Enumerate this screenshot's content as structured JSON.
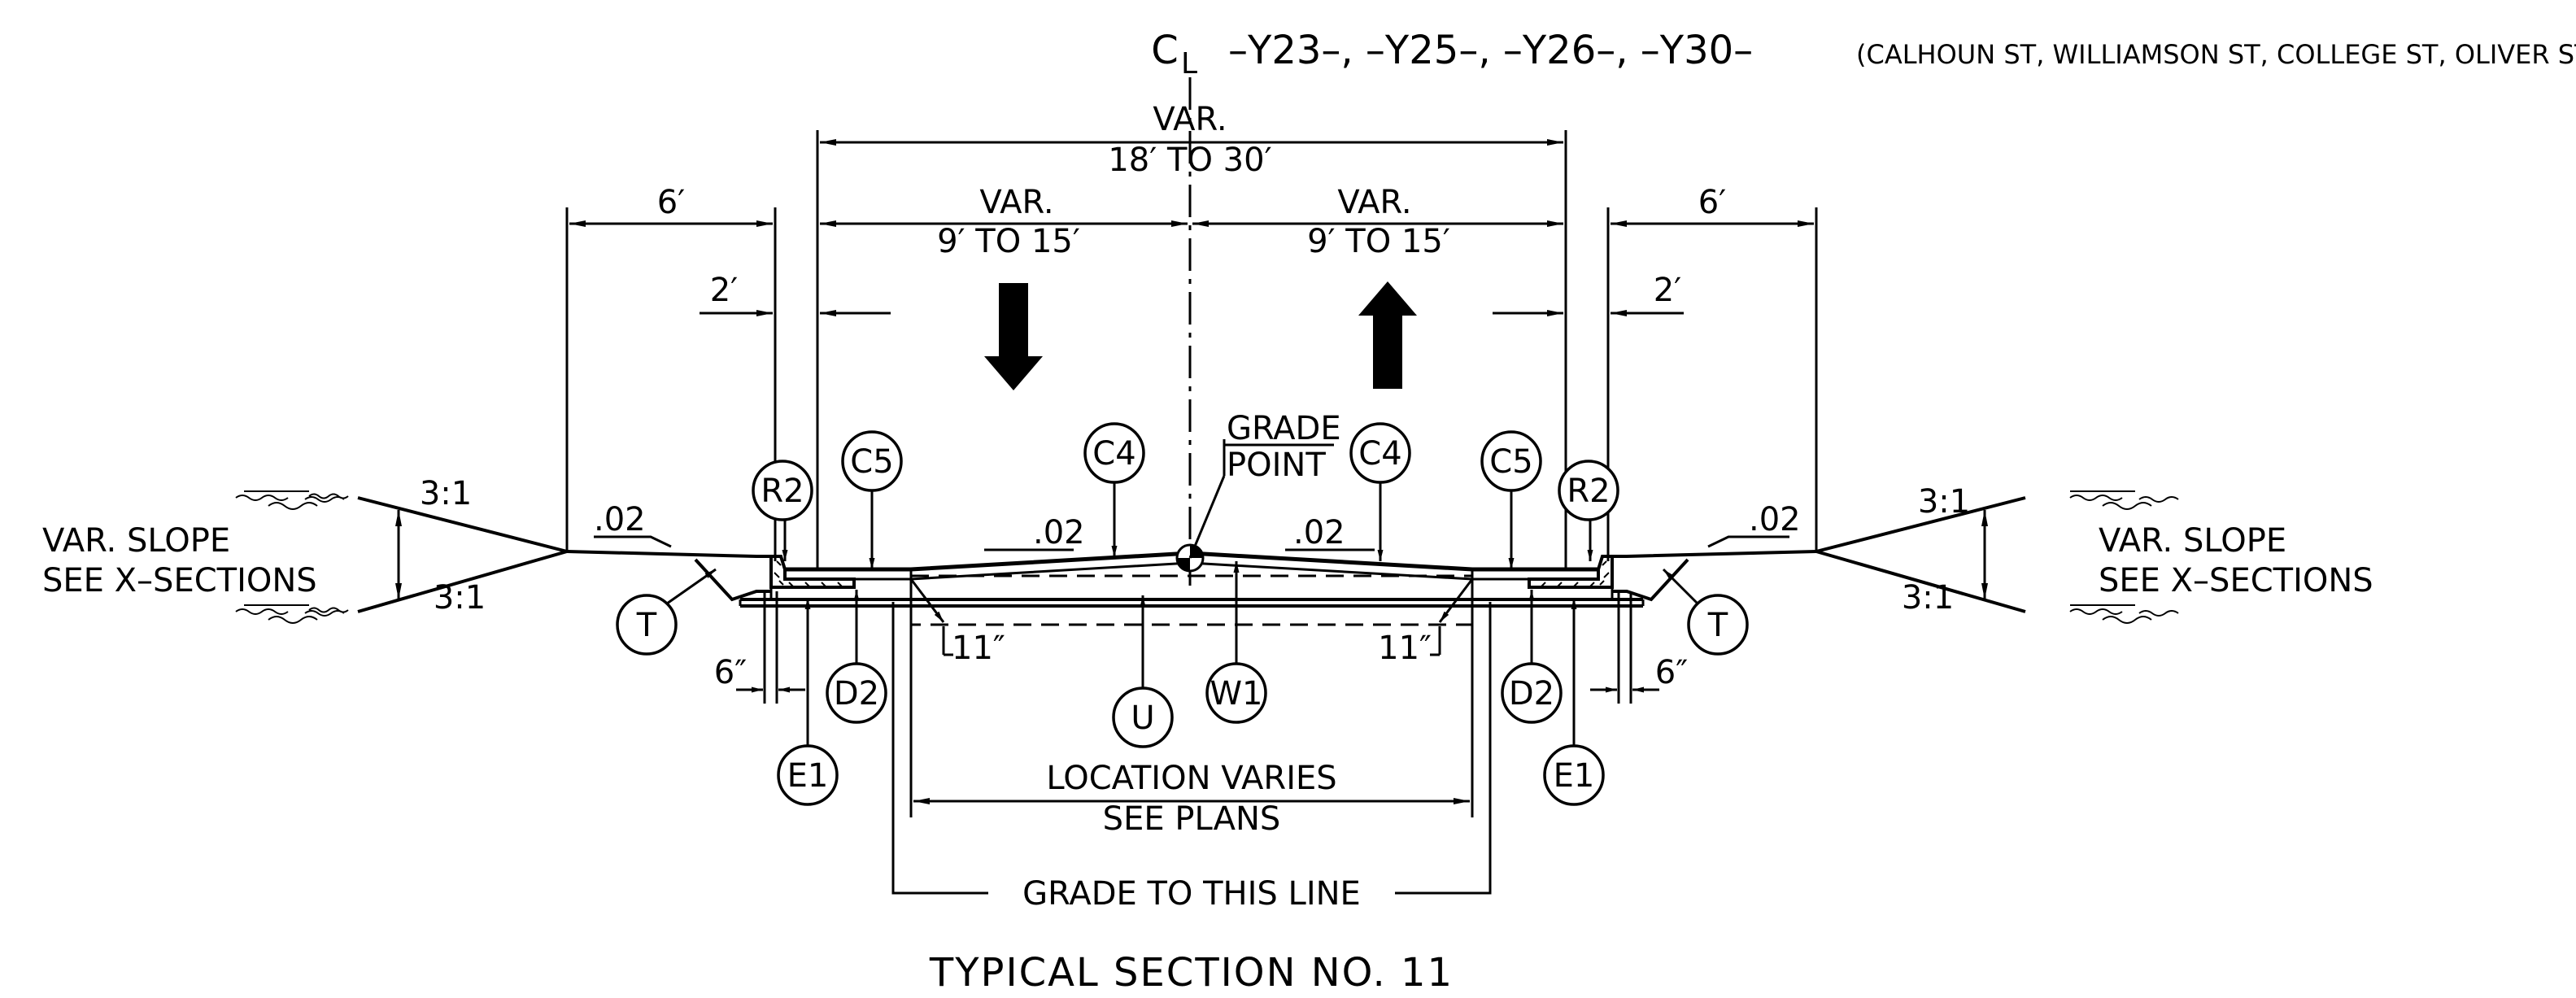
{
  "header": {
    "cl_symbol": "CL",
    "cl_c": "C",
    "cl_l": "L",
    "routes": "–Y23–, –Y25–, –Y26–, –Y30–",
    "streets": "(CALHOUN  ST, WILLIAMSON  ST, COLLEGE  ST, OLIVER  ST"
  },
  "dimensions": {
    "overall_var": "VAR.",
    "overall_range": "18′ TO  30′",
    "lane_left_var": "VAR.",
    "lane_left_range": "9′ TO  15′",
    "lane_right_var": "VAR.",
    "lane_right_range": "9′ TO  15′",
    "shoulder_left": "6′",
    "shoulder_right": "6′",
    "offset_left": "2′",
    "offset_right": "2′",
    "depth_left": "6″",
    "depth_right": "6″",
    "slab_left": "11″",
    "slab_right": "11″"
  },
  "slopes": {
    "left_upper": "3:1",
    "left_lower": "3:1",
    "right_upper": "3:1",
    "right_lower": "3:1",
    "grade_left_shoulder": ".02",
    "grade_left_lane": ".02",
    "grade_right_lane": ".02",
    "grade_right_shoulder": ".02"
  },
  "side_notes": {
    "left_line1": "VAR. SLOPE",
    "left_line2": "SEE X–SECTIONS",
    "right_line1": "VAR. SLOPE",
    "right_line2": "SEE X–SECTIONS"
  },
  "grade_point": {
    "line1": "GRADE",
    "line2": "POINT"
  },
  "callouts": {
    "R2": "R2",
    "C5": "C5",
    "C4": "C4",
    "T": "T",
    "D2": "D2",
    "E1": "E1",
    "U": "U",
    "W1": "W1"
  },
  "bottom_notes": {
    "location_line1": "LOCATION  VARIES",
    "location_line2": "SEE PLANS",
    "grade_line": "GRADE  TO   THIS LINE"
  },
  "title": "TYPICAL SECTION   NO. 11",
  "traffic": {
    "left_direction": "down-arrow",
    "right_direction": "up-arrow"
  }
}
